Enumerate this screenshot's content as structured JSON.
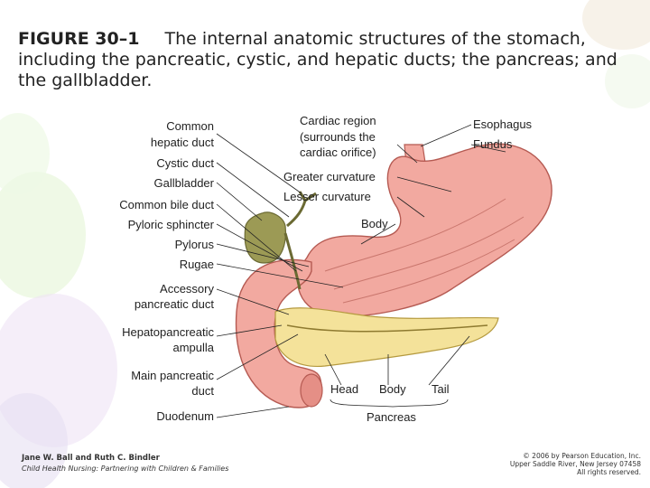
{
  "caption": {
    "figure_label": "FIGURE 30–1",
    "text": "The internal anatomic structures of the stomach, including the pancreatic, cystic, and hepatic ducts; the pancreas; and the gallbladder."
  },
  "labels_left": [
    "Common",
    "hepatic duct",
    "Cystic duct",
    "Gallbladder",
    "Common bile duct",
    "Pyloric sphincter",
    "Pylorus",
    "Rugae",
    "Accessory",
    "pancreatic duct",
    "Hepatopancreatic",
    "ampulla",
    "Main pancreatic",
    "duct",
    "Duodenum"
  ],
  "labels_top": [
    "Cardiac region",
    "(surrounds the",
    "cardiac orifice)",
    "Greater curvature",
    "Lesser curvature",
    "Body"
  ],
  "labels_right": [
    "Esophagus",
    "Fundus"
  ],
  "labels_bottom": [
    "Head",
    "Body",
    "Tail",
    "Pancreas"
  ],
  "footer": {
    "authors": "Jane W. Ball and Ruth C. Bindler",
    "book": "Child Health Nursing: Partnering with Children & Families",
    "copyright_1": "© 2006 by Pearson Education, Inc.",
    "copyright_2": "Upper Saddle River, New Jersey 07458",
    "copyright_3": "All rights reserved."
  },
  "colors": {
    "stomach": "#f2a9a0",
    "stomach_dark": "#d9776e",
    "pancreas": "#f4e29a",
    "gallbladder": "#9c9a55",
    "line": "#222222"
  }
}
